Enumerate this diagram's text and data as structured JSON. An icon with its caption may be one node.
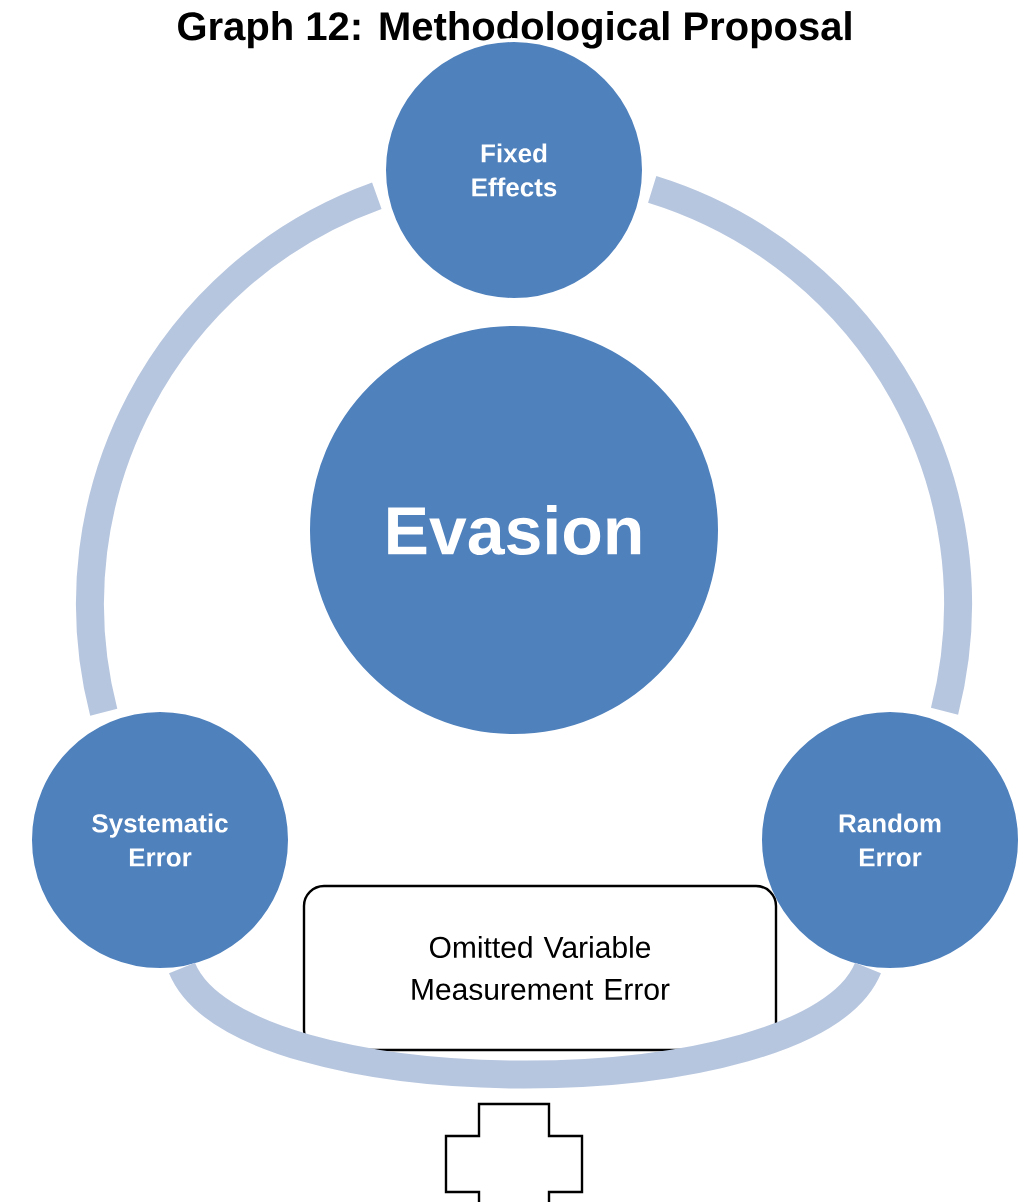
{
  "diagram": {
    "title": "Graph 12: Methodological Proposal",
    "nodes": [
      {
        "text": [
          "Evasion"
        ]
      },
      {
        "text": [
          "Fixed Effects"
        ]
      },
      {
        "text": [
          "Random Error"
        ]
      },
      {
        "text": [
          "Systematic Error"
        ]
      },
      {
        "text": [
          "Omitted Variable Measurement Error"
        ]
      },
      {
        "text": [],
        "shape": "cross"
      }
    ],
    "edges": [
      {
        "from": 1,
        "to": 2,
        "arrow": "none"
      },
      {
        "from": 2,
        "to": 3,
        "arrow": "none"
      },
      {
        "from": 3,
        "to": 1,
        "arrow": "none"
      }
    ]
  }
}
